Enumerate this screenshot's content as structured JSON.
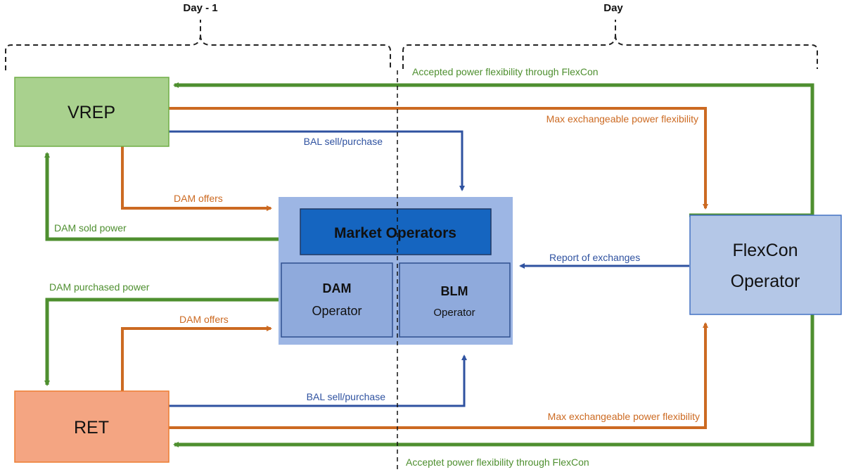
{
  "headers": {
    "day_minus_1": "Day - 1",
    "day": "Day"
  },
  "nodes": {
    "vrep": "VREP",
    "ret": "RET",
    "market_operators": "Market Operators",
    "dam_operator_line1": "DAM",
    "dam_operator_line2": "Operator",
    "blm_operator_line1": "BLM",
    "blm_operator_line2": "Operator",
    "flexcon_line1": "FlexCon",
    "flexcon_line2": "Operator"
  },
  "edges": {
    "accepted_top": "Accepted power flexibility through FlexCon",
    "max_flex_top": "Max exchangeable power flexibility",
    "bal_top": "BAL sell/purchase",
    "dam_offers_vrep": "DAM offers",
    "dam_sold": "DAM sold power",
    "report": "Report of exchanges",
    "dam_purchased": "DAM purchased power",
    "dam_offers_ret": "DAM offers",
    "bal_bottom": "BAL sell/purchase",
    "max_flex_bottom": "Max exchangeable power flexibility",
    "accepted_bottom": "Acceptet power flexibility through FlexCon"
  },
  "colors": {
    "green": "#4e8f2f",
    "orange": "#cc6a22",
    "blue": "#2f52a0",
    "vrep_fill": "#a9d18e",
    "ret_fill": "#f4a582",
    "market_bg": "#9db6e4",
    "market_title": "#1565c0",
    "operator_fill": "#8faadc",
    "flexcon_fill": "#b4c7e7"
  }
}
